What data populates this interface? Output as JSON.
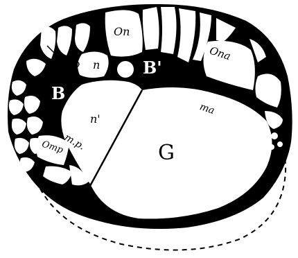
{
  "figure": {
    "labels": {
      "B": "B",
      "B_prime": "B'",
      "G": "G",
      "n": "n",
      "n_prime": "n'",
      "On": "On",
      "Ona": "Ona",
      "Omp": "Omp",
      "ma": "ma",
      "mp": "m.p.",
      "p": "p"
    },
    "colors": {
      "ink": "#000000",
      "paper": "#ffffff"
    }
  }
}
